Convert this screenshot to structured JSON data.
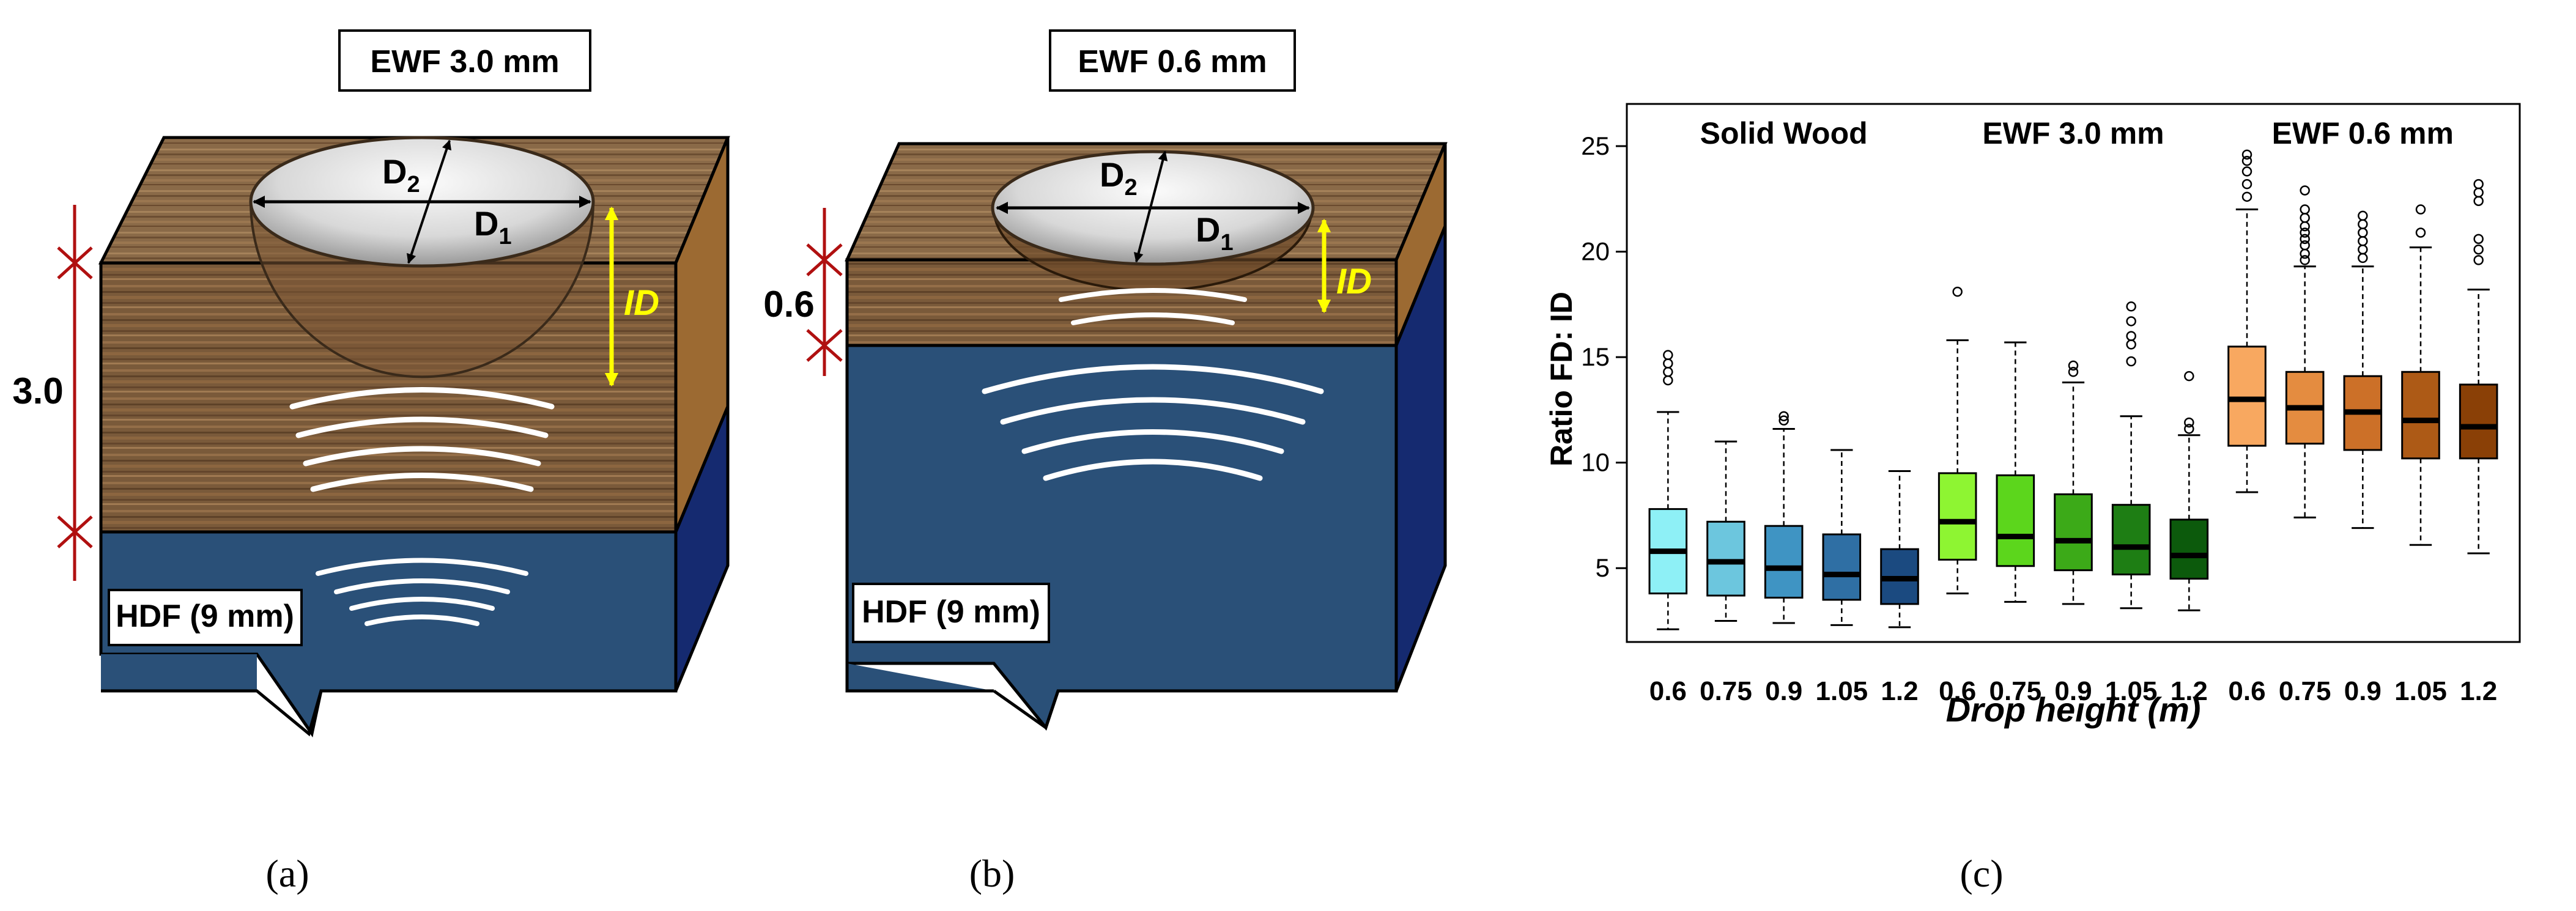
{
  "panel_a": {
    "title": "EWF 3.0 mm",
    "base_label": "HDF (9 mm)",
    "thickness": "3.0",
    "d1": "D",
    "d1_sub": "1",
    "d2": "D",
    "d2_sub": "2",
    "id_label": "ID",
    "caption": "(a)"
  },
  "panel_b": {
    "title": "EWF 0.6 mm",
    "base_label": "HDF (9 mm)",
    "thickness": "0.6",
    "d1": "D",
    "d1_sub": "1",
    "d2": "D",
    "d2_sub": "2",
    "id_label": "ID",
    "caption": "(b)"
  },
  "panel_c_caption": "(c)",
  "colors": {
    "wood_front": "#7a5a3a",
    "wood_top": "#8a6a48",
    "wood_side": "#9c6a32",
    "hdf_front": "#2a5078",
    "hdf_side": "#152a70",
    "id_arrow": "#ffff00",
    "dimension_line": "#b01010"
  },
  "chart_data": {
    "type": "box",
    "title": "",
    "xlabel": "Drop height (m)",
    "ylabel": "Ratio FD: ID",
    "ylim": [
      1.5,
      27
    ],
    "yticks": [
      5,
      10,
      15,
      20,
      25
    ],
    "grid": false,
    "groups": [
      {
        "name": "Solid Wood",
        "boxes": [
          {
            "x": "0.6",
            "whisker_low": 2.1,
            "q1": 3.8,
            "median": 5.8,
            "q3": 7.8,
            "whisker_high": 12.4,
            "outliers": [
              13.9,
              14.3,
              14.7,
              15.1
            ],
            "color": "#8ef0f6"
          },
          {
            "x": "0.75",
            "whisker_low": 2.5,
            "q1": 3.7,
            "median": 5.3,
            "q3": 7.2,
            "whisker_high": 11.0,
            "outliers": [],
            "color": "#6cc6de"
          },
          {
            "x": "0.9",
            "whisker_low": 2.4,
            "q1": 3.6,
            "median": 5.0,
            "q3": 7.0,
            "whisker_high": 11.6,
            "outliers": [
              12.0,
              12.2
            ],
            "color": "#3f94c3"
          },
          {
            "x": "1.05",
            "whisker_low": 2.3,
            "q1": 3.5,
            "median": 4.7,
            "q3": 6.6,
            "whisker_high": 10.6,
            "outliers": [],
            "color": "#2f6fa4"
          },
          {
            "x": "1.2",
            "whisker_low": 2.2,
            "q1": 3.3,
            "median": 4.5,
            "q3": 5.9,
            "whisker_high": 9.6,
            "outliers": [],
            "color": "#1b4a80"
          }
        ]
      },
      {
        "name": "EWF 3.0 mm",
        "boxes": [
          {
            "x": "0.6",
            "whisker_low": 3.8,
            "q1": 5.4,
            "median": 7.2,
            "q3": 9.5,
            "whisker_high": 15.8,
            "outliers": [
              18.1
            ],
            "color": "#8ef532"
          },
          {
            "x": "0.75",
            "whisker_low": 3.4,
            "q1": 5.1,
            "median": 6.5,
            "q3": 9.4,
            "whisker_high": 15.7,
            "outliers": [],
            "color": "#5cd61c"
          },
          {
            "x": "0.9",
            "whisker_low": 3.3,
            "q1": 4.9,
            "median": 6.3,
            "q3": 8.5,
            "whisker_high": 13.8,
            "outliers": [
              14.3,
              14.6
            ],
            "color": "#3caa18"
          },
          {
            "x": "1.05",
            "whisker_low": 3.1,
            "q1": 4.7,
            "median": 6.0,
            "q3": 8.0,
            "whisker_high": 12.2,
            "outliers": [
              14.8,
              15.6,
              16.0,
              16.7,
              17.4
            ],
            "color": "#1e7e14"
          },
          {
            "x": "1.2",
            "whisker_low": 3.0,
            "q1": 4.5,
            "median": 5.6,
            "q3": 7.3,
            "whisker_high": 11.3,
            "outliers": [
              11.6,
              11.9,
              14.1
            ],
            "color": "#0c5a0c"
          }
        ]
      },
      {
        "name": "EWF 0.6 mm",
        "boxes": [
          {
            "x": "0.6",
            "whisker_low": 8.6,
            "q1": 10.8,
            "median": 13.0,
            "q3": 15.5,
            "whisker_high": 22.0,
            "outliers": [
              22.6,
              23.2,
              23.8,
              24.3,
              24.6
            ],
            "color": "#f8a860"
          },
          {
            "x": "0.75",
            "whisker_low": 7.4,
            "q1": 10.9,
            "median": 12.6,
            "q3": 14.3,
            "whisker_high": 19.3,
            "outliers": [
              19.6,
              19.9,
              20.3,
              20.6,
              20.9,
              21.2,
              21.6,
              22.0,
              22.9
            ],
            "color": "#e48c40"
          },
          {
            "x": "0.9",
            "whisker_low": 6.9,
            "q1": 10.6,
            "median": 12.4,
            "q3": 14.1,
            "whisker_high": 19.3,
            "outliers": [
              19.7,
              20.1,
              20.5,
              20.9,
              21.3,
              21.7
            ],
            "color": "#cc7028"
          },
          {
            "x": "1.05",
            "whisker_low": 6.1,
            "q1": 10.2,
            "median": 12.0,
            "q3": 14.3,
            "whisker_high": 20.2,
            "outliers": [
              20.9,
              22.0
            ],
            "color": "#ad5a16"
          },
          {
            "x": "1.2",
            "whisker_low": 5.7,
            "q1": 10.2,
            "median": 11.7,
            "q3": 13.7,
            "whisker_high": 18.2,
            "outliers": [
              19.6,
              20.1,
              20.6,
              22.4,
              22.8,
              23.2
            ],
            "color": "#8a4006"
          }
        ]
      }
    ]
  }
}
